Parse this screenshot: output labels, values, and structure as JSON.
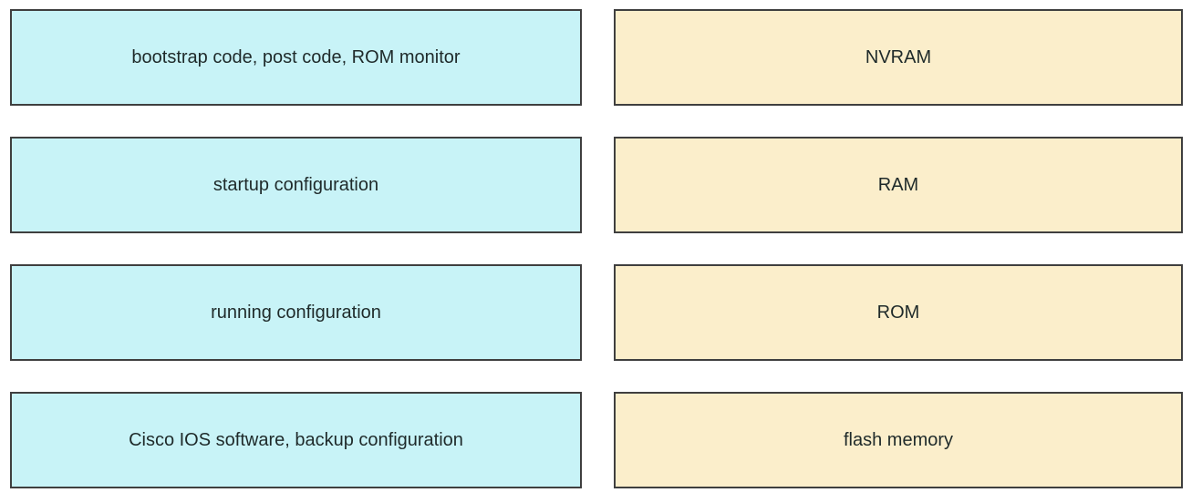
{
  "colors": {
    "source_fill": "#c8f3f7",
    "target_fill": "#fbeecb",
    "border": "#3f3f3f",
    "text": "#1f2a2a"
  },
  "left_column": {
    "role": "drag-items",
    "items": [
      {
        "label": "bootstrap code, post code, ROM monitor"
      },
      {
        "label": "startup configuration"
      },
      {
        "label": "running configuration"
      },
      {
        "label": "Cisco IOS software, backup configuration"
      }
    ]
  },
  "right_column": {
    "role": "drop-targets",
    "items": [
      {
        "label": "NVRAM"
      },
      {
        "label": "RAM"
      },
      {
        "label": "ROM"
      },
      {
        "label": "flash memory"
      }
    ]
  }
}
